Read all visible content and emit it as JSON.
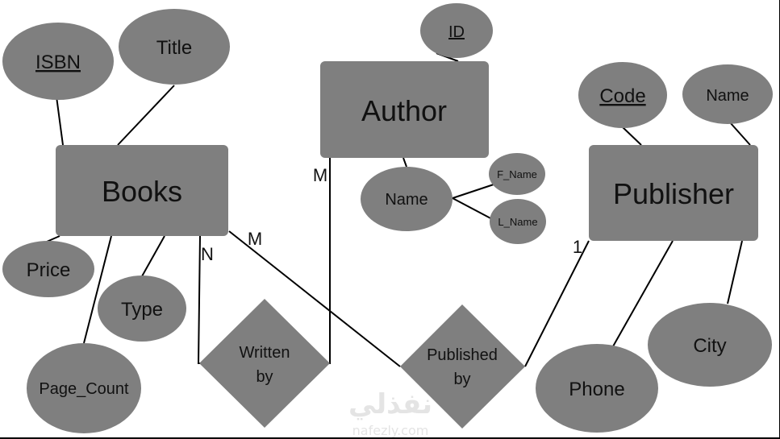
{
  "entities": {
    "books": "Books",
    "author": "Author",
    "publisher": "Publisher"
  },
  "attributes": {
    "isbn": "ISBN",
    "title": "Title",
    "price": "Price",
    "type": "Type",
    "page_count": "Page_Count",
    "id": "ID",
    "author_name": "Name",
    "f_name": "F_Name",
    "l_name": "L_Name",
    "code": "Code",
    "publisher_name": "Name",
    "city": "City",
    "phone": "Phone"
  },
  "relationships": {
    "written_by": [
      "Written",
      "by"
    ],
    "published_by": [
      "Published",
      "by"
    ]
  },
  "cardinalities": {
    "books_written": "N",
    "author_written": "M",
    "books_published": "M",
    "publisher_published": "1"
  },
  "watermark": {
    "arabic": "نفذلي",
    "latin": "nafezly.com"
  }
}
